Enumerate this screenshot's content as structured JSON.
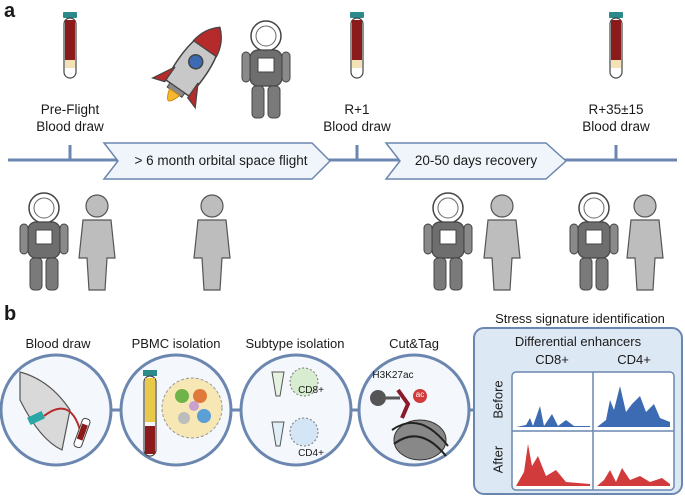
{
  "panel_a": {
    "letter": "a",
    "timepoints": [
      {
        "line1": "Pre-Flight",
        "line2": "Blood draw"
      },
      {
        "line1": "R+1",
        "line2": "Blood draw"
      },
      {
        "line1": "R+35±15",
        "line2": "Blood draw"
      }
    ],
    "phases": [
      {
        "label": "> 6 month orbital space flight"
      },
      {
        "label": "20-50 days recovery"
      }
    ]
  },
  "panel_b": {
    "letter": "b",
    "steps": [
      {
        "label": "Blood draw"
      },
      {
        "label": "PBMC isolation"
      },
      {
        "label": "Subtype isolation"
      },
      {
        "label": "Cut&Tag"
      }
    ],
    "subtypes": [
      "CD8+",
      "CD4+"
    ],
    "mark": "H3K27ac",
    "ac_label": "ac",
    "signature": {
      "title": "Stress signature identification",
      "box_title": "Differential enhancers",
      "columns": [
        "CD8+",
        "CD4+"
      ],
      "rows": [
        "Before",
        "After"
      ]
    }
  },
  "colors": {
    "timeline": "#6b87b0",
    "arrow_fill": "#f0f5fb",
    "astronaut": "#6e6e6e",
    "person": "#bdbdbd",
    "blood": "#8b1a1a",
    "before_track": "#3d6bb3",
    "after_track": "#d23b3b",
    "signature_bg": "#dde8f5"
  }
}
